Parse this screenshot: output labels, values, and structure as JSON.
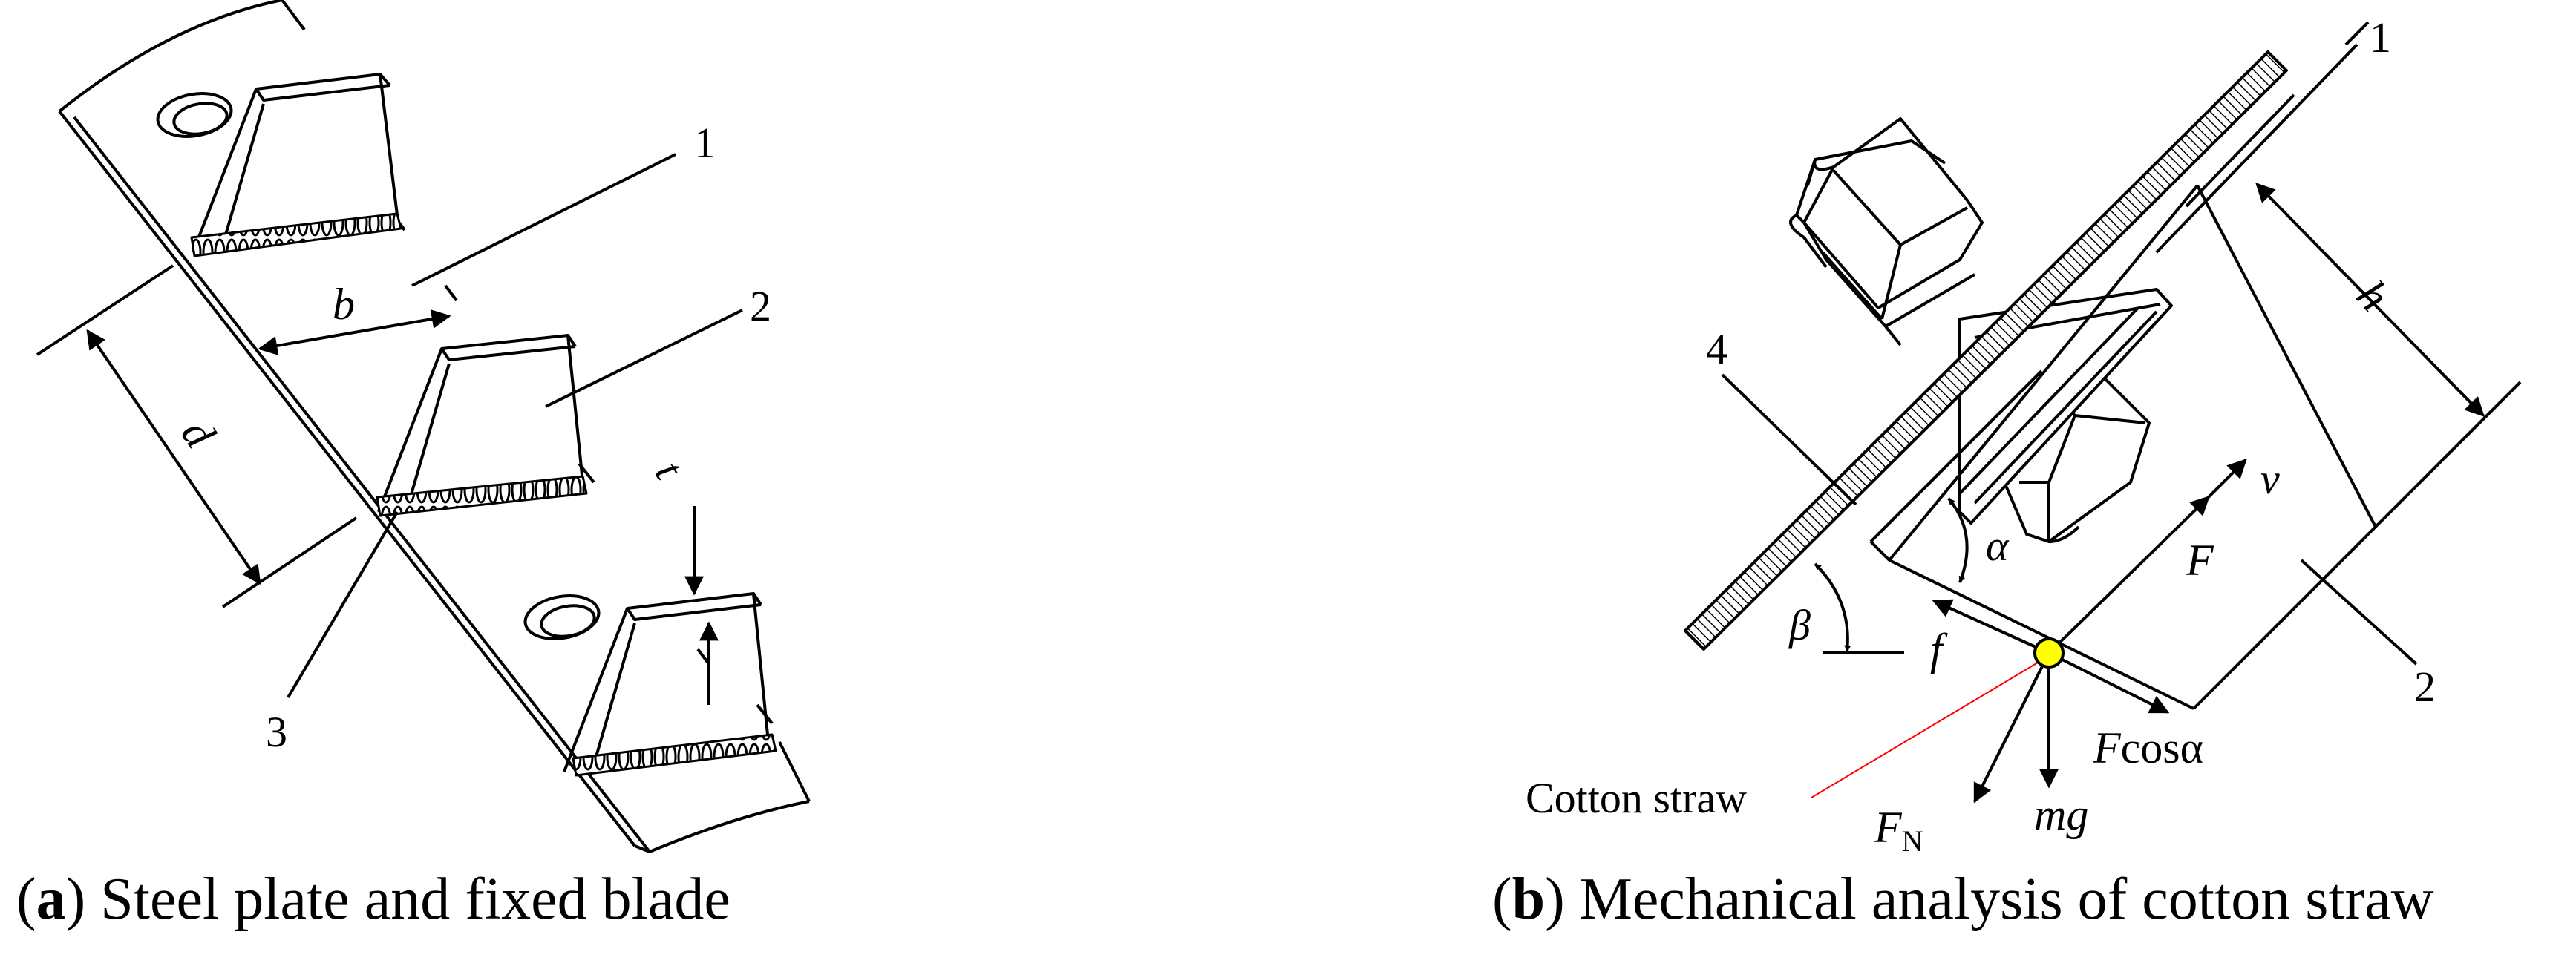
{
  "panel_a": {
    "caption_letter": "a",
    "caption_text": "Steel plate and fixed blade",
    "labels": {
      "part_1": "1",
      "part_2": "2",
      "part_3": "3",
      "dim_b": "b",
      "dim_d": "d",
      "dim_t": "t"
    }
  },
  "panel_b": {
    "caption_letter": "b",
    "caption_text": "Mechanical analysis of cotton straw",
    "labels": {
      "part_1": "1",
      "part_2": "2",
      "part_4": "4",
      "dim_h": "h",
      "velocity": "v",
      "force_F": "F",
      "force_friction": "f",
      "force_Fcos_F": "F",
      "force_Fcos_rest": "cosα",
      "force_normal": "F",
      "force_normal_sub": "N",
      "weight": "mg",
      "angle_alpha": "α",
      "angle_beta": "β",
      "cotton_straw": "Cotton straw"
    }
  },
  "colors": {
    "ink": "#000000",
    "straw_dot": "#ffff00",
    "leader_line": "#ff0000"
  }
}
